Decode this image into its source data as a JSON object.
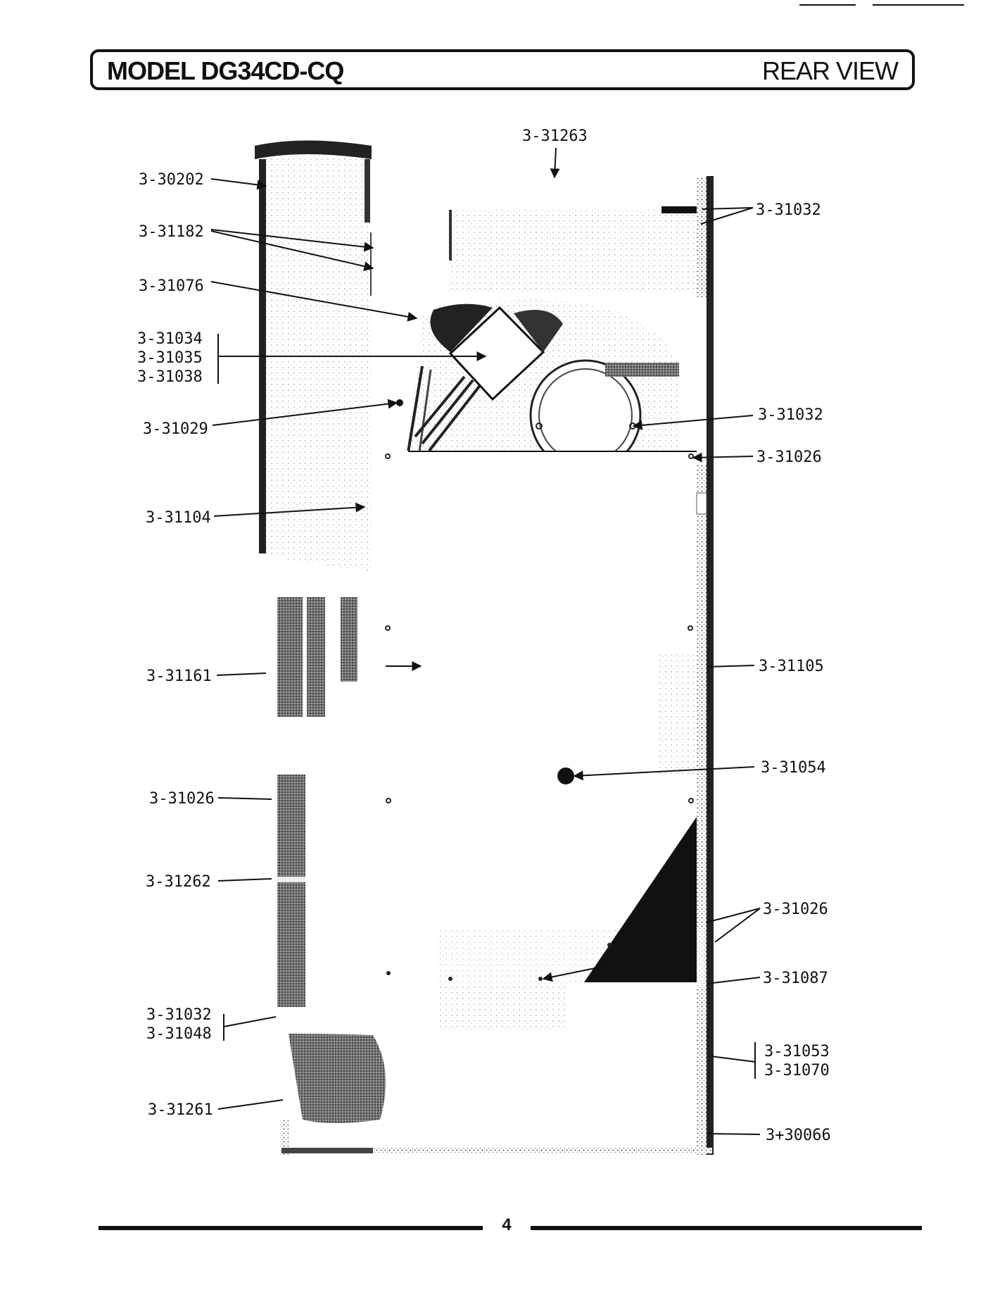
{
  "header": {
    "model": "MODEL DG34CD-CQ",
    "view": "REAR VIEW"
  },
  "labels": {
    "l31263": "3-31263",
    "l30202": "3-30202",
    "l31182": "3-31182",
    "l31032_top": "3-31032",
    "l31076": "3-31076",
    "l31034": "3-31034",
    "l31035": "3-31035",
    "l31038": "3-31038",
    "l31029": "3-31029",
    "l31032_mid": "3-31032",
    "l31026_top": "3-31026",
    "l31104": "3-31104",
    "l31161": "3-31161",
    "l31105": "3-31105",
    "l31054": "3-31054",
    "l31026_left": "3-31026",
    "l31262": "3-31262",
    "l31026_right": "3-31026",
    "l31087": "3-31087",
    "l31032_low": "3-31032",
    "l31048": "3-31048",
    "l31053": "3-31053",
    "l31070": "3-31070",
    "l31261": "3-31261",
    "l30066": "3+30066"
  },
  "footer": {
    "page_number": "4"
  }
}
